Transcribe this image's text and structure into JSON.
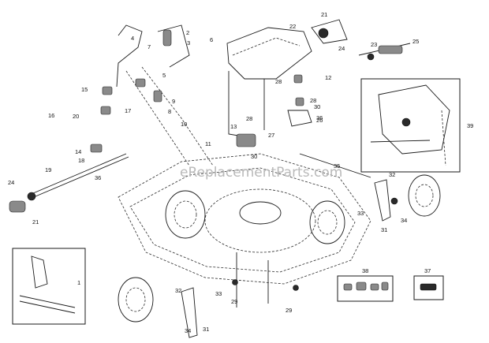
{
  "watermark": "eReplacementParts.com",
  "callouts": [
    "1",
    "2",
    "3",
    "4",
    "5",
    "6",
    "7",
    "8",
    "9",
    "10",
    "11",
    "12",
    "13",
    "14",
    "15",
    "16",
    "17",
    "18",
    "19",
    "20",
    "21",
    "22",
    "23",
    "24",
    "25",
    "26",
    "27",
    "28",
    "29",
    "30",
    "31",
    "32",
    "33",
    "34",
    "35",
    "36",
    "37",
    "38",
    "39"
  ],
  "colors": {
    "ink": "#1a1a1a",
    "paper": "#ffffff",
    "watermark": "#b9b9b9"
  }
}
